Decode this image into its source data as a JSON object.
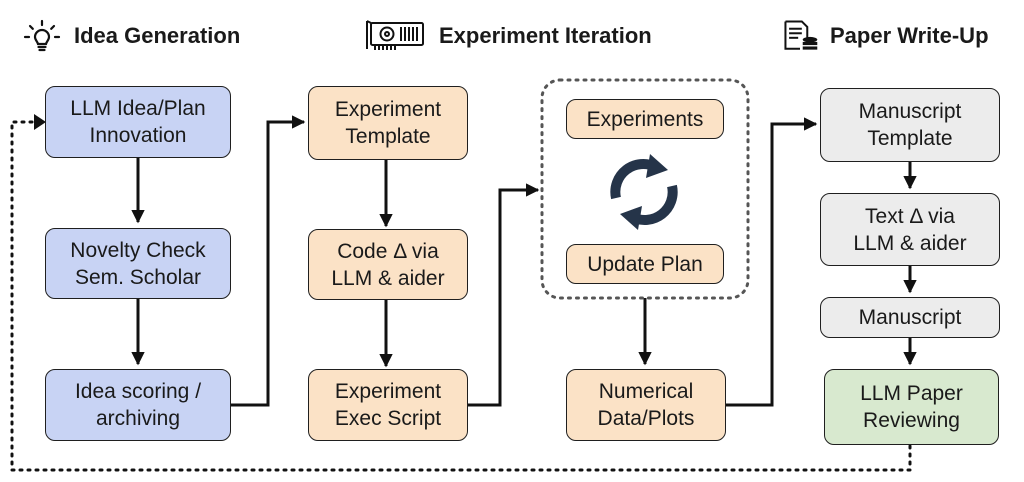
{
  "headers": {
    "idea": "Idea Generation",
    "experiment": "Experiment Iteration",
    "paper": "Paper Write-Up"
  },
  "idea_column": {
    "llm_idea": "LLM Idea/Plan\nInnovation",
    "novelty": "Novelty Check\nSem. Scholar",
    "scoring": "Idea scoring /\narchiving"
  },
  "experiment_column": {
    "template": "Experiment\nTemplate",
    "code_delta": "Code Δ via\nLLM & aider",
    "exec_script": "Experiment\nExec Script"
  },
  "iteration_loop": {
    "experiments": "Experiments",
    "update_plan": "Update Plan",
    "numerical": "Numerical\nData/Plots"
  },
  "paper_column": {
    "manuscript_template": "Manuscript\nTemplate",
    "text_delta": "Text Δ via\nLLM & aider",
    "manuscript": "Manuscript",
    "reviewing": "LLM Paper\nReviewing"
  },
  "colors": {
    "idea_fill": "#c8d3f4",
    "experiment_fill": "#fbe2c6",
    "paper_fill": "#ececec",
    "review_fill": "#d8e9cf",
    "cycle_icon": "#253449"
  },
  "icons": {
    "idea": "lightbulb-icon",
    "experiment": "gpu-card-icon",
    "paper": "document-database-icon",
    "loop": "refresh-cycle-icon"
  }
}
